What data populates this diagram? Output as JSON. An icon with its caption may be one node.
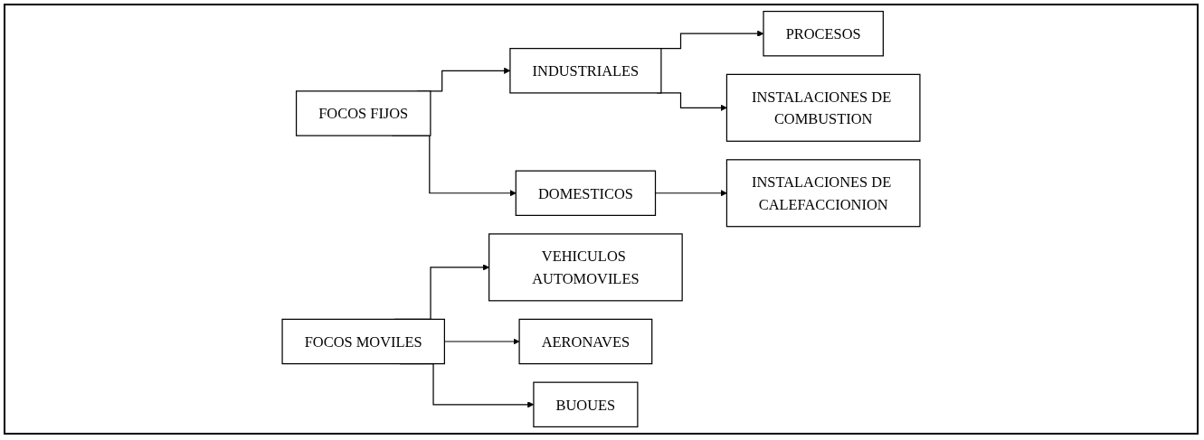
{
  "diagram": {
    "nodes": [
      {
        "text": [
          "FOCOS FIJOS"
        ]
      },
      {
        "text": [
          "INDUSTRIALES"
        ]
      },
      {
        "text": [
          "DOMESTICOS"
        ]
      },
      {
        "text": [
          "PROCESOS"
        ]
      },
      {
        "text": [
          "INSTALACIONES DE COMBUSTION"
        ]
      },
      {
        "text": [
          "INSTALACIONES DE CALEFACCIONION"
        ]
      },
      {
        "text": [
          "FOCOS MOVILES"
        ]
      },
      {
        "text": [
          "VEHICULOS AUTOMOVILES"
        ]
      },
      {
        "text": [
          "AERONAVES"
        ]
      },
      {
        "text": [
          "BUOUES"
        ]
      }
    ],
    "edges": [
      {
        "from": 0,
        "to": 1,
        "arrow": "to"
      },
      {
        "from": 0,
        "to": 2,
        "arrow": "to"
      },
      {
        "from": 1,
        "to": 3,
        "arrow": "to"
      },
      {
        "from": 1,
        "to": 4,
        "arrow": "to"
      },
      {
        "from": 2,
        "to": 5,
        "arrow": "to"
      },
      {
        "from": 6,
        "to": 7,
        "arrow": "to"
      },
      {
        "from": 6,
        "to": 8,
        "arrow": "to"
      },
      {
        "from": 6,
        "to": 9,
        "arrow": "to"
      }
    ]
  }
}
